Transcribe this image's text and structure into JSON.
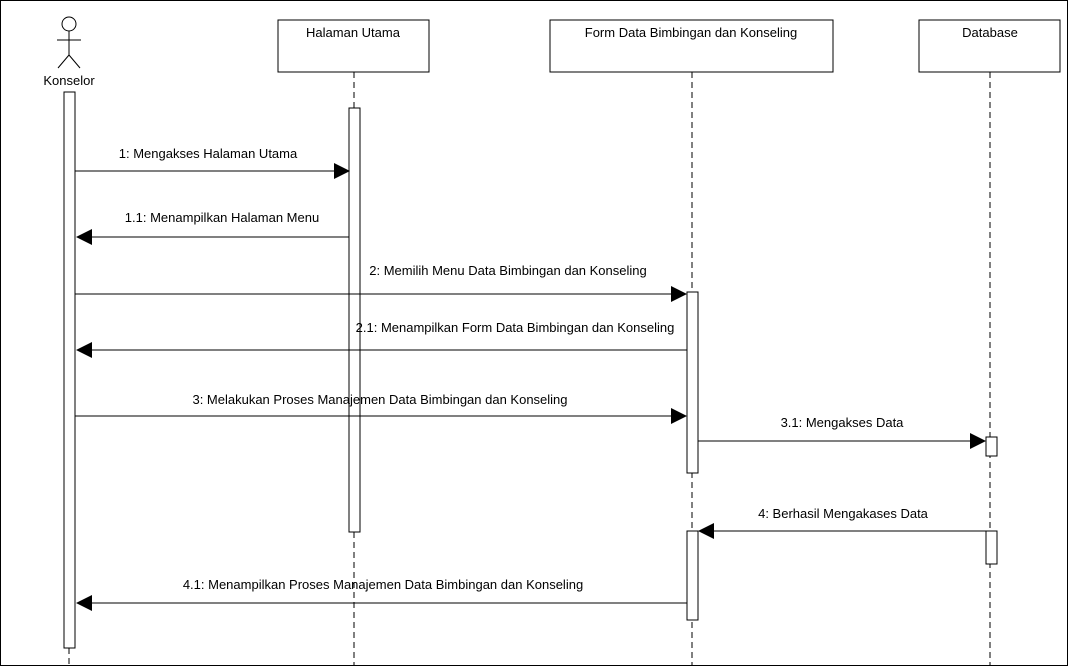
{
  "actor": {
    "label": "Konselor"
  },
  "lifelines": [
    {
      "label": "Halaman Utama"
    },
    {
      "label": "Form Data Bimbingan dan Konseling"
    },
    {
      "label": "Database"
    }
  ],
  "messages": [
    {
      "label": "1: Mengakses Halaman Utama"
    },
    {
      "label": "1.1: Menampilkan Halaman Menu"
    },
    {
      "label": "2: Memilih Menu Data Bimbingan dan Konseling"
    },
    {
      "label": "2.1: Menampilkan Form Data Bimbingan dan Konseling"
    },
    {
      "label": "3: Melakukan Proses Manajemen Data Bimbingan dan Konseling"
    },
    {
      "label": "3.1: Mengakses Data"
    },
    {
      "label": "4: Berhasil Mengakases Data"
    },
    {
      "label": "4.1: Menampilkan Proses Manajemen Data Bimbingan dan Konseling"
    }
  ]
}
